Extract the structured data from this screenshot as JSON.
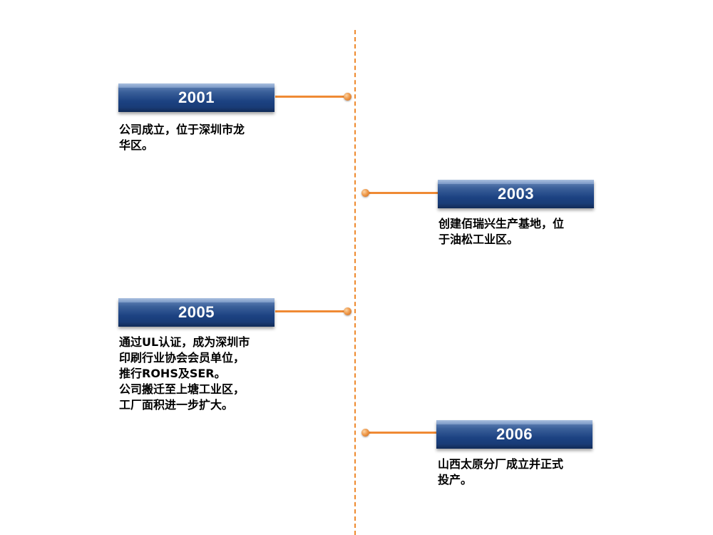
{
  "timeline": {
    "events": [
      {
        "year": "2001",
        "side": "left",
        "text": "公司成立，位于深圳市龙\n华区。"
      },
      {
        "year": "2003",
        "side": "right",
        "text": "创建佰瑞兴生产基地，位\n于油松工业区。"
      },
      {
        "year": "2005",
        "side": "left",
        "text": "通过UL认证，成为深圳市\n印刷行业协会会员单位，\n推行ROHS及SER。\n公司搬迁至上塘工业区，\n工厂面积进一步扩大。"
      },
      {
        "year": "2006",
        "side": "right",
        "text": "山西太原分厂成立并正式\n投产。"
      }
    ]
  },
  "colors": {
    "axis": "#ee8a2e",
    "connector": "#ef8a34",
    "box": "#1c4282",
    "box_text": "#ffffff",
    "desc_text": "#000000"
  }
}
